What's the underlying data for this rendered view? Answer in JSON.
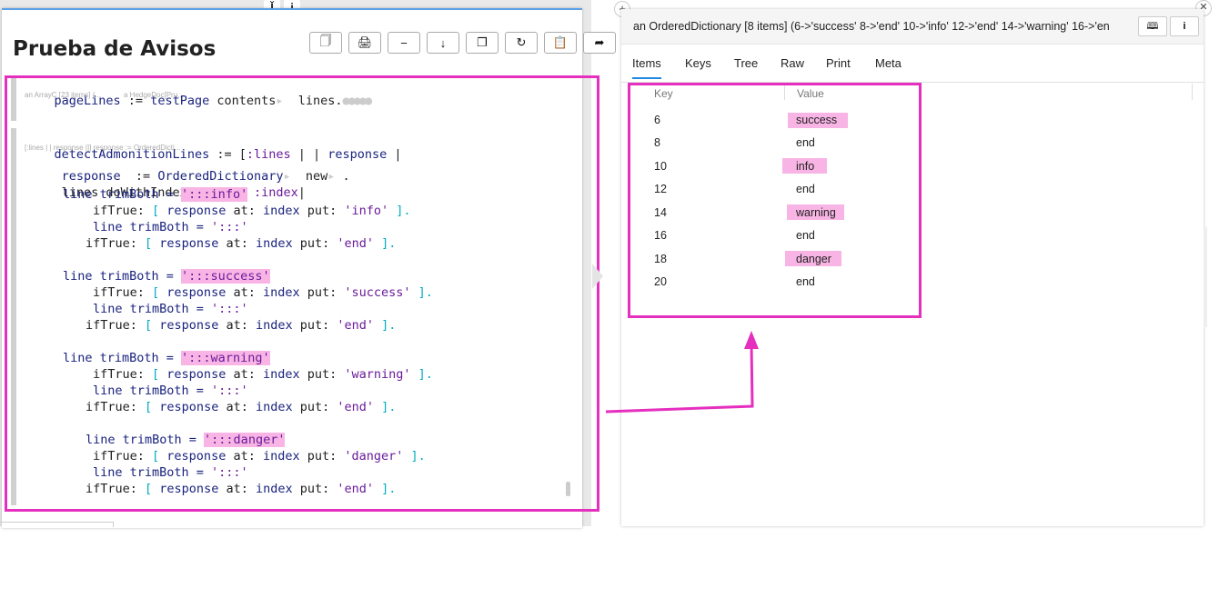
{
  "left_pane": {
    "title": "Prueba de Avisos",
    "top_icons": [
      "text-cursor-icon",
      "info-icon"
    ],
    "top_info": "i",
    "toolbar": [
      "copy-icon",
      "print-icon",
      "minus-icon",
      "download-icon",
      "duplicate-icon",
      "refresh-icon",
      "clipboard-icon",
      "share-icon"
    ],
    "snippet1": {
      "line1": {
        "a": "pageLines",
        "b": " := ",
        "c": "testPage",
        "d": " contents",
        "e": "  lines."
      },
      "hint_a": "an ArrayC [23 items] (...",
      "hint_b": "a HedgeDoc[Pru..."
    },
    "snippet2": {
      "l1": {
        "a": "detectAdmonitionLines",
        "b": " := [",
        "c": ":lines",
        "d": " | | ",
        "e": "response",
        "f": " |"
      },
      "hint1": "[:lines | | response |]] response := OrderedDicti...",
      "l2": {
        "a": " response",
        "b": "  := ",
        "c": "OrderedDictionary",
        "d": "  new",
        "e": " ."
      },
      "l3": {
        "a": " lines doWithIndex: ",
        "b": "[",
        "c": ":line :index",
        "d": "|"
      },
      "blocks": [
        {
          "cond_pre": "line trimBoth = ",
          "cond_str": "':::info'",
          "t1_pre": "ifTrue: ",
          "t1_b": "[ ",
          "t1_v": "response",
          "t1_m": " at: ",
          "t1_i": "index",
          "t1_p": " put: ",
          "t1_s": "'info'",
          "t1_e": " ].",
          "t2_pre": "line trimBoth = ",
          "t2_s": "':::'",
          "t3_pre": "ifTrue: ",
          "t3_b": "[ ",
          "t3_v": "response",
          "t3_m": " at: ",
          "t3_i": "index",
          "t3_p": " put: ",
          "t3_s": "'end'",
          "t3_e": " ]."
        },
        {
          "cond_pre": "line trimBoth = ",
          "cond_str": "':::success'",
          "t1_pre": "ifTrue: ",
          "t1_b": "[ ",
          "t1_v": "response",
          "t1_m": " at: ",
          "t1_i": "index",
          "t1_p": " put: ",
          "t1_s": "'success'",
          "t1_e": " ].",
          "t2_pre": "line trimBoth = ",
          "t2_s": "':::'",
          "t3_pre": "ifTrue: ",
          "t3_b": "[ ",
          "t3_v": "response",
          "t3_m": " at: ",
          "t3_i": "index",
          "t3_p": " put: ",
          "t3_s": "'end'",
          "t3_e": " ]."
        },
        {
          "cond_pre": "line trimBoth = ",
          "cond_str": "':::warning'",
          "t1_pre": "ifTrue: ",
          "t1_b": "[ ",
          "t1_v": "response",
          "t1_m": " at: ",
          "t1_i": "index",
          "t1_p": " put: ",
          "t1_s": "'warning'",
          "t1_e": " ].",
          "t2_pre": "line trimBoth = ",
          "t2_s": "':::'",
          "t3_pre": "ifTrue: ",
          "t3_b": "[ ",
          "t3_v": "response",
          "t3_m": " at: ",
          "t3_i": "index",
          "t3_p": " put: ",
          "t3_s": "'end'",
          "t3_e": " ]."
        },
        {
          "cond_pre": "line trimBoth = ",
          "cond_str": "':::danger'",
          "t1_pre": "ifTrue: ",
          "t1_b": "[ ",
          "t1_v": "response",
          "t1_m": " at: ",
          "t1_i": "index",
          "t1_p": " put: ",
          "t1_s": "'danger'",
          "t1_e": " ].",
          "t2_pre": "line trimBoth = ",
          "t2_s": "':::'",
          "t3_pre": "ifTrue: ",
          "t3_b": "[ ",
          "t3_v": "response",
          "t3_m": " at: ",
          "t3_i": "index",
          "t3_p": " put: ",
          "t3_s": "'end'",
          "t3_e": " ]."
        }
      ]
    }
  },
  "right_pane": {
    "title": "an OrderedDictionary [8 items] (6->'success' 8->'end' 10->'info' 12->'end' 14->'warning' 16->'en",
    "book_label": "🕮",
    "info_label": "i",
    "tabs": [
      "Items",
      "Keys",
      "Tree",
      "Raw",
      "Print",
      "Meta"
    ],
    "active_tab": "Items",
    "columns": {
      "key": "Key",
      "value": "Value"
    },
    "rows": [
      {
        "key": "6",
        "value": "success",
        "highlight": true
      },
      {
        "key": "8",
        "value": "end",
        "highlight": false
      },
      {
        "key": "10",
        "value": "info",
        "highlight": true
      },
      {
        "key": "12",
        "value": "end",
        "highlight": false
      },
      {
        "key": "14",
        "value": "warning",
        "highlight": true
      },
      {
        "key": "16",
        "value": "end",
        "highlight": false
      },
      {
        "key": "18",
        "value": "danger",
        "highlight": true
      },
      {
        "key": "20",
        "value": "end",
        "highlight": false
      }
    ]
  },
  "colors": {
    "annotation": "#e52fbf",
    "highlight": "#f8b4e4",
    "accent": "#1e88e5"
  }
}
